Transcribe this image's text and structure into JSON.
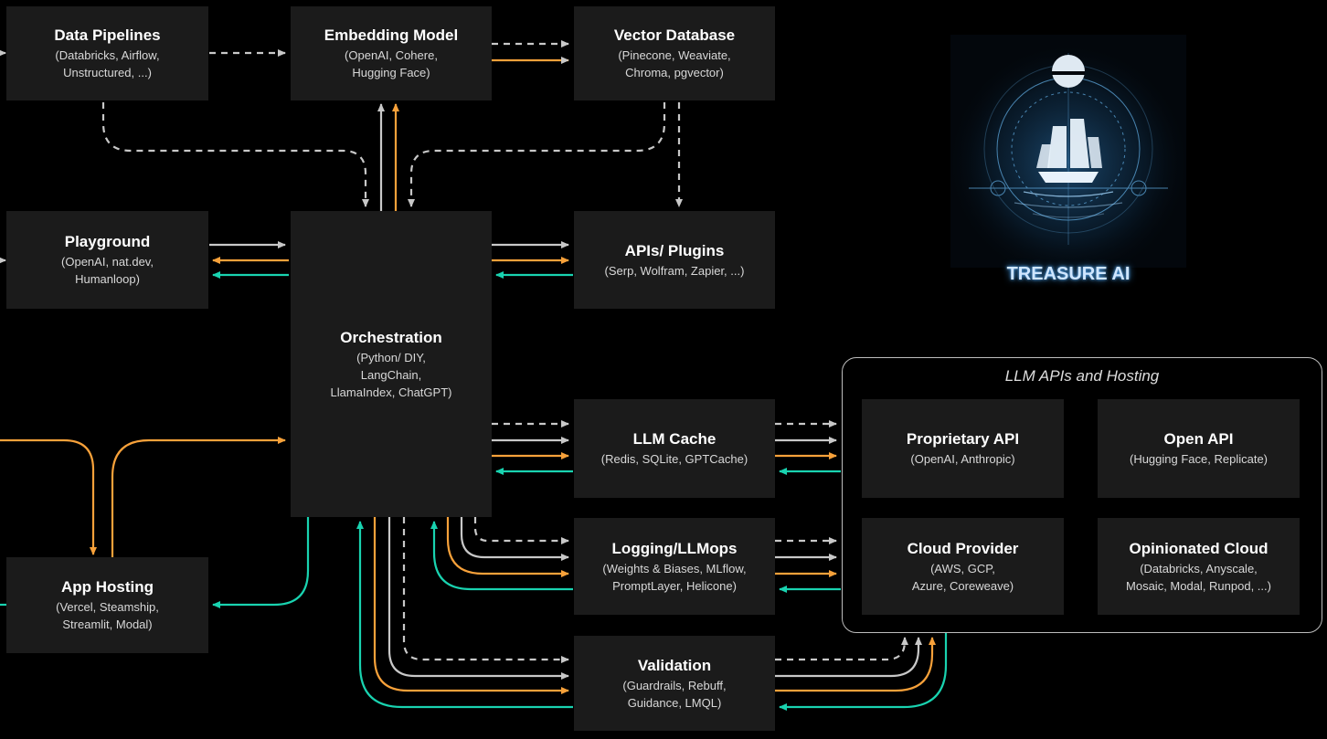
{
  "colors": {
    "background": "#000000",
    "box": "#1b1b1b",
    "gray_arrow": "#c8c8c8",
    "orange_arrow": "#f7a13a",
    "teal_arrow": "#19d3b0",
    "brand_glow": "#6ab7ff"
  },
  "boxes": {
    "data_pipelines": {
      "title": "Data Pipelines",
      "subtitle": "(Databricks, Airflow,\nUnstructured, ...)"
    },
    "embedding_model": {
      "title": "Embedding Model",
      "subtitle": "(OpenAI, Cohere,\nHugging Face)"
    },
    "vector_database": {
      "title": "Vector Database",
      "subtitle": "(Pinecone, Weaviate,\nChroma, pgvector)"
    },
    "playground": {
      "title": "Playground",
      "subtitle": "(OpenAI, nat.dev,\nHumanloop)"
    },
    "orchestration": {
      "title": "Orchestration",
      "subtitle": "(Python/ DIY,\nLangChain,\nLlamaIndex, ChatGPT)"
    },
    "apis_plugins": {
      "title": "APIs/ Plugins",
      "subtitle": "(Serp, Wolfram, Zapier, ...)"
    },
    "llm_cache": {
      "title": "LLM Cache",
      "subtitle": "(Redis, SQLite, GPTCache)"
    },
    "logging": {
      "title": "Logging/LLMops",
      "subtitle": "(Weights & Biases, MLflow,\nPromptLayer, Helicone)"
    },
    "validation": {
      "title": "Validation",
      "subtitle": "(Guardrails, Rebuff,\nGuidance, LMQL)"
    },
    "app_hosting": {
      "title": "App Hosting",
      "subtitle": "(Vercel, Steamship,\nStreamlit, Modal)"
    },
    "proprietary_api": {
      "title": "Proprietary API",
      "subtitle": "(OpenAI, Anthropic)"
    },
    "open_api": {
      "title": "Open API",
      "subtitle": "(Hugging Face, Replicate)"
    },
    "cloud_provider": {
      "title": "Cloud Provider",
      "subtitle": "(AWS, GCP,\nAzure, Coreweave)"
    },
    "opinionated_cloud": {
      "title": "Opinionated Cloud",
      "subtitle": "(Databricks, Anyscale,\nMosaic, Modal, Runpod, ...)"
    }
  },
  "group_label": "LLM APIs and Hosting",
  "brand": {
    "name": "TREASURE AI",
    "logo_icon": "ship-compass-logo-icon"
  }
}
